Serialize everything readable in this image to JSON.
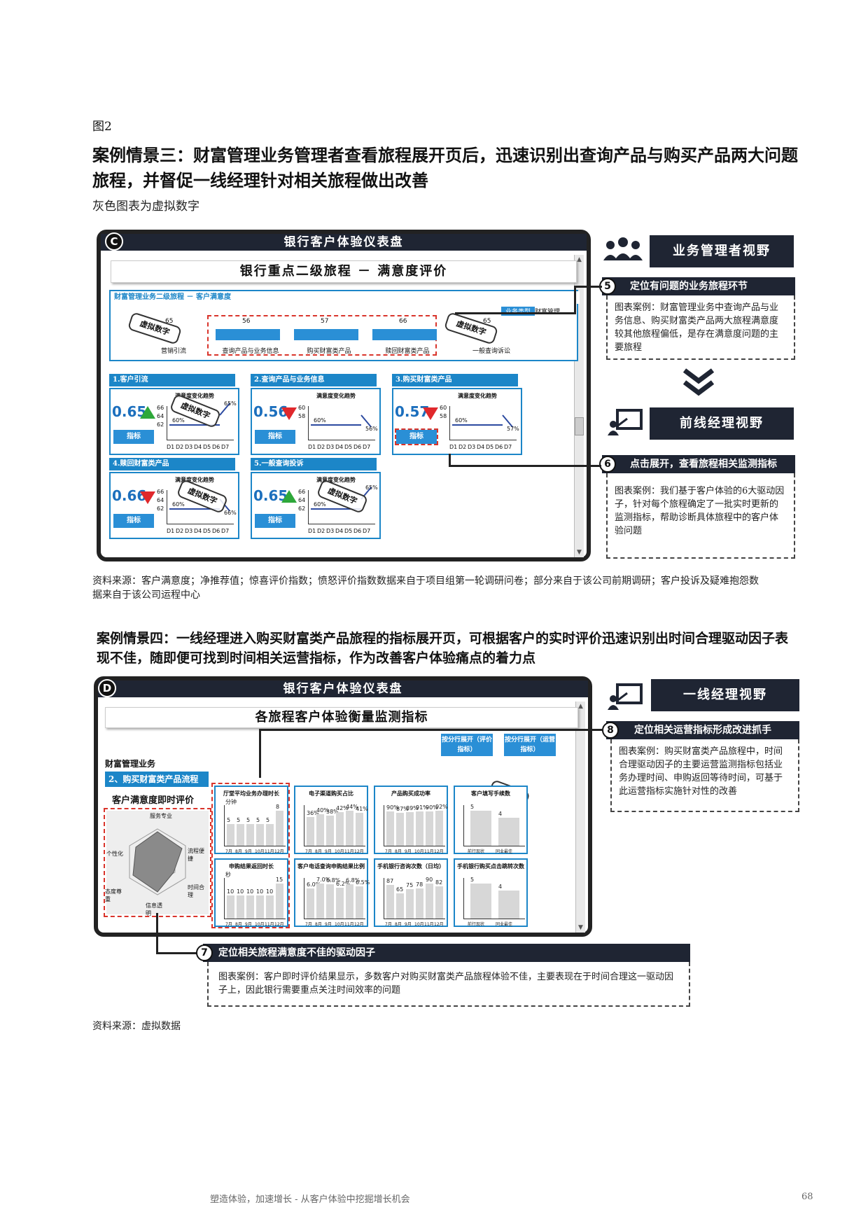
{
  "figure_label": "图2",
  "case3": {
    "title": "案例情景三：财富管理业务管理者查看旅程展开页后，迅速识别出查询产品与购买产品两大问题旅程，并督促一线经理针对相关旅程做出改善",
    "subtitle": "灰色图表为虚拟数字"
  },
  "dash_c": {
    "badge": "C",
    "header": "银行客户体验仪表盘",
    "title": "银行重点二级旅程 － 满意度评价",
    "strip_title": "财富管理业务二级旅程 － 客户满意度",
    "legend": [
      "业务类型",
      "财富管理"
    ],
    "top_items": [
      {
        "label": "营销引流",
        "value": "65"
      },
      {
        "label": "查询产品与业务信息",
        "value": "56"
      },
      {
        "label": "购买财富类产品",
        "value": "57"
      },
      {
        "label": "赎回财富类产品",
        "value": "66"
      },
      {
        "label": "一般查询诉讼",
        "value": "65"
      }
    ],
    "stamp": "虚拟数字",
    "panels": [
      {
        "title": "1.客户引流",
        "value": "0.65",
        "trend": "up",
        "chart_title": "满意度变化趋势",
        "btn": "指标",
        "last": "65%"
      },
      {
        "title": "2.查询产品与业务信息",
        "value": "0.56",
        "trend": "down",
        "chart_title": "满意度变化趋势",
        "btn": "指标",
        "last": "56%"
      },
      {
        "title": "3.购买财富类产品",
        "value": "0.57",
        "trend": "down",
        "chart_title": "满意度变化趋势",
        "btn": "指标",
        "last": "57%"
      },
      {
        "title": "4.赎回财富类产品",
        "value": "0.66",
        "trend": "down",
        "chart_title": "满意度变化趋势",
        "btn": "指标",
        "last": "66%"
      },
      {
        "title": "5.一般查询投诉",
        "value": "0.65",
        "trend": "up",
        "chart_title": "满意度变化趋势",
        "btn": "指标",
        "last": "65%"
      }
    ],
    "y_ticks": [
      "66",
      "64",
      "62"
    ],
    "y_ticks_b": [
      "60",
      "58"
    ],
    "pct": "60%",
    "days": [
      "D1",
      "D2",
      "D3",
      "D4",
      "D5",
      "D6",
      "D7"
    ]
  },
  "side_c": {
    "view1": "业务管理者视野",
    "note5_num": "5",
    "note5_head": "定位有问题的业务旅程环节",
    "note5_body": "图表案例：财富管理业务中查询产品与业务信息、购买财富类产品两大旅程满意度较其他旅程偏低，是存在满意度问题的主要旅程",
    "view2": "前线经理视野",
    "note6_num": "6",
    "note6_head": "点击展开，查看旅程相关监测指标",
    "note6_body": "图表案例：我们基于客户体验的6大驱动因子，针对每个旅程确定了一批实时更新的监测指标，帮助诊断具体旅程中的客户体验问题"
  },
  "source1": "资料来源：客户满意度；净推荐值；惊喜评价指数；愤怒评价指数数据来自于项目组第一轮调研问卷；部分来自于该公司前期调研；客户投诉及疑难抱怨数据来自于该公司运程中心",
  "case4": {
    "title": "案例情景四：一线经理进入购买财富类产品旅程的指标展开页，可根据客户的实时评价迅速识别出时间合理驱动因子表现不佳，随即便可找到时间相关运营指标，作为改善客户体验痛点的着力点"
  },
  "dash_d": {
    "badge": "D",
    "header": "银行客户体验仪表盘",
    "title": "各旅程客户体验衡量监测指标",
    "btn1": "按分行展开（评价指标）",
    "btn2": "按分行展开（运营指标）",
    "section": "财富管理业务",
    "flow_title": "2、购买财富类产品流程",
    "radar_title": "客户满意度即时评价",
    "radar_axes": [
      "服务专业",
      "流程便捷",
      "时间合理",
      "信息透明",
      "态度尊重",
      "个性化"
    ],
    "stamp": "虚拟数字",
    "months": [
      "7月",
      "8月",
      "9月",
      "10月",
      "11月",
      "12月"
    ],
    "minis": [
      {
        "title": "厅堂平均业务办理时长",
        "unit": "分钟",
        "values": [
          "5",
          "5",
          "5",
          "5",
          "5",
          "8"
        ]
      },
      {
        "title": "电子渠道购买占比",
        "values": [
          "36%",
          "40%",
          "38%",
          "42%",
          "44%",
          "41%"
        ]
      },
      {
        "title": "产品购买成功率",
        "values": [
          "90%",
          "87%",
          "89%",
          "91%",
          "90%",
          "92%"
        ]
      },
      {
        "title": "客户填写手续数",
        "values": [
          "5",
          "4"
        ],
        "cats": [
          "前行现状",
          "同业最佳"
        ]
      },
      {
        "title": "申购结果返回时长",
        "unit": "秒",
        "values": [
          "10",
          "10",
          "10",
          "10",
          "10",
          "15"
        ]
      },
      {
        "title": "客户电话查询申购结果比例",
        "values": [
          "6.0%",
          "7.0%",
          "6.8%",
          "6.2%",
          "6.8%",
          "6.5%"
        ]
      },
      {
        "title": "手机银行咨询次数（日均）",
        "values": [
          "87",
          "65",
          "75",
          "78",
          "90",
          "82"
        ]
      },
      {
        "title": "手机银行购买点击跳转次数",
        "values": [
          "5",
          "4"
        ],
        "cats": [
          "前行现状",
          "同业最佳"
        ]
      }
    ]
  },
  "side_d": {
    "view": "一线经理视野",
    "note8_num": "8",
    "note8_head": "定位相关运营指标形成改进抓手",
    "note8_body": "图表案例：购买财富类产品旅程中，时间合理驱动因子的主要运营监测指标包括业务办理时间、申购返回等待时间，可基于此运营指标实施针对性的改善",
    "note7_num": "7",
    "note7_head": "定位相关旅程满意度不佳的驱动因子",
    "note7_body": "图表案例：客户即时评价结果显示，多数客户对购买财富类产品旅程体验不佳，主要表现在于时间合理这一驱动因子上，因此银行需要重点关注时间效率的问题"
  },
  "source2": "资料来源：虚拟数据",
  "footer": "塑造体验，加速增长 - 从客户体验中挖掘增长机会",
  "page_number": "68"
}
